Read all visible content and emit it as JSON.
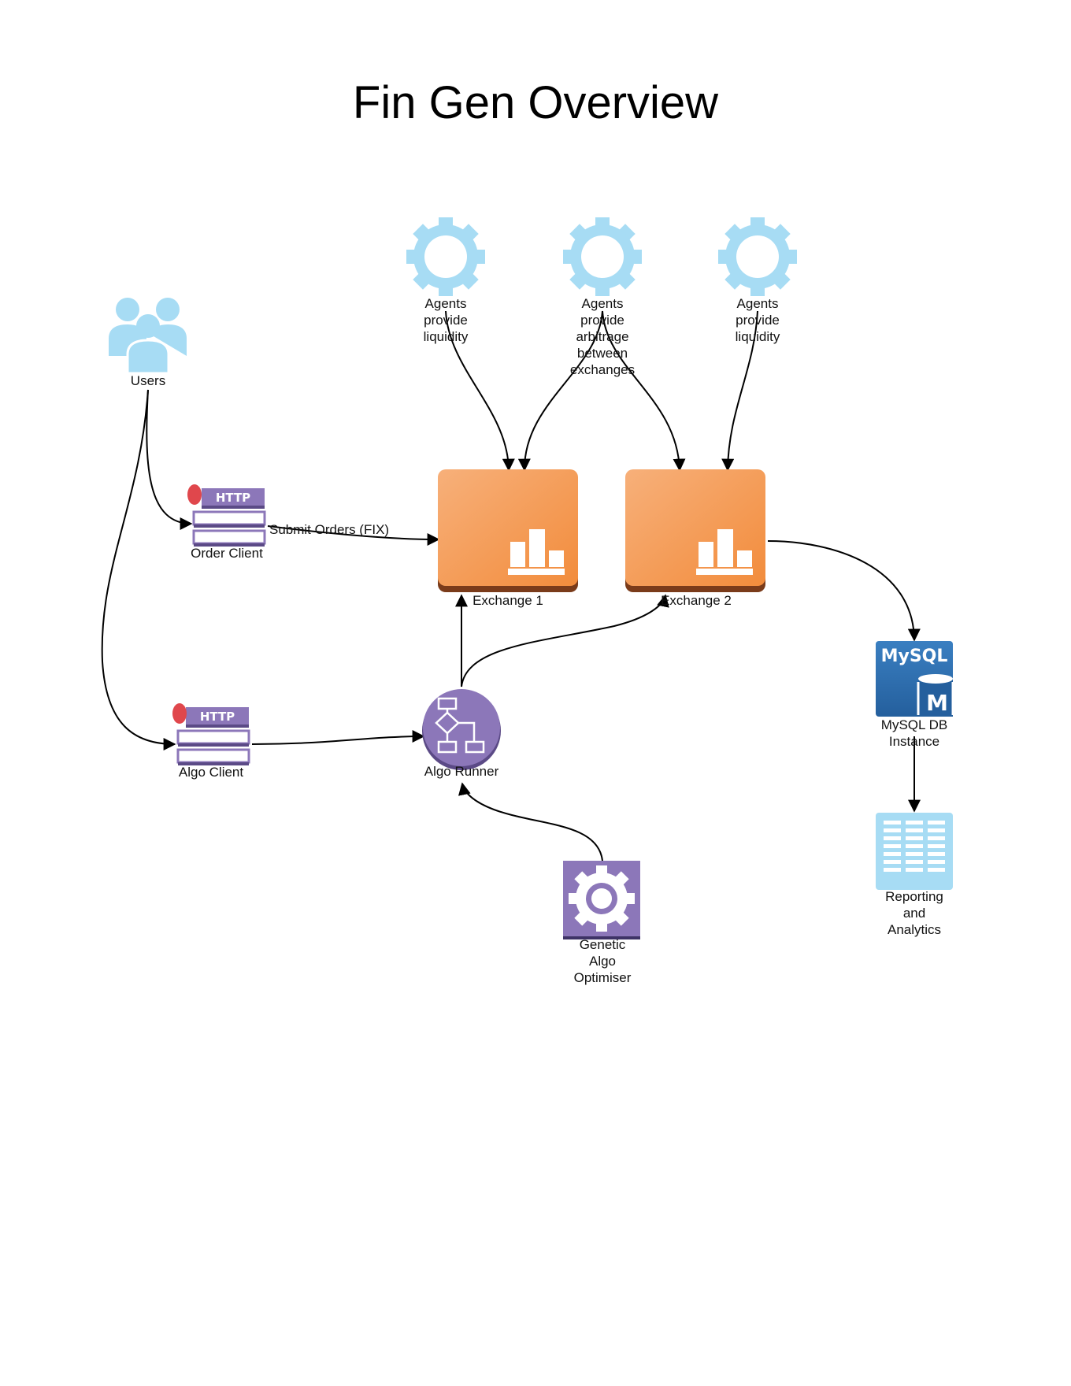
{
  "title": "Fin Gen Overview",
  "nodes": {
    "users": {
      "label": "Users",
      "icon": "users-icon"
    },
    "order_client": {
      "label": "Order Client",
      "icon": "http-server-icon",
      "badge": "HTTP"
    },
    "algo_client": {
      "label": "Algo Client",
      "icon": "http-server-icon",
      "badge": "HTTP"
    },
    "agent_1": {
      "label_lines": [
        "Agents",
        "provide",
        "liquidity"
      ],
      "icon": "gear-icon"
    },
    "agent_2": {
      "label_lines": [
        "Agents",
        "provide",
        "arbitrage",
        "between",
        "exchanges"
      ],
      "icon": "gear-icon"
    },
    "agent_3": {
      "label_lines": [
        "Agents",
        "provide",
        "liquidity"
      ],
      "icon": "gear-icon"
    },
    "exchange_1": {
      "label": "Exchange 1",
      "icon": "bar-chart-icon"
    },
    "exchange_2": {
      "label": "Exchange 2",
      "icon": "bar-chart-icon"
    },
    "algo_runner": {
      "label": "Algo Runner",
      "icon": "flowchart-icon"
    },
    "optimiser": {
      "label_lines": [
        "Genetic",
        "Algo",
        "Optimiser"
      ],
      "icon": "gear-icon"
    },
    "mysql": {
      "label_lines": [
        "MySQL DB",
        "Instance"
      ],
      "icon": "mysql-icon",
      "logo_text": "MySQL",
      "badge": "M"
    },
    "reporting": {
      "label_lines": [
        "Reporting",
        "and",
        "Analytics"
      ],
      "icon": "table-icon"
    }
  },
  "edges": {
    "submit_orders": {
      "label": "Submit Orders (FIX)"
    }
  },
  "colors": {
    "light_blue": "#a7dcf4",
    "orange": "#f5a163",
    "orange_dark": "#7a3b1a",
    "purple": "#8c77b9",
    "purple_dark": "#5b4a86",
    "mysql_blue": "#2f6fae",
    "red_dot": "#e0474c"
  }
}
